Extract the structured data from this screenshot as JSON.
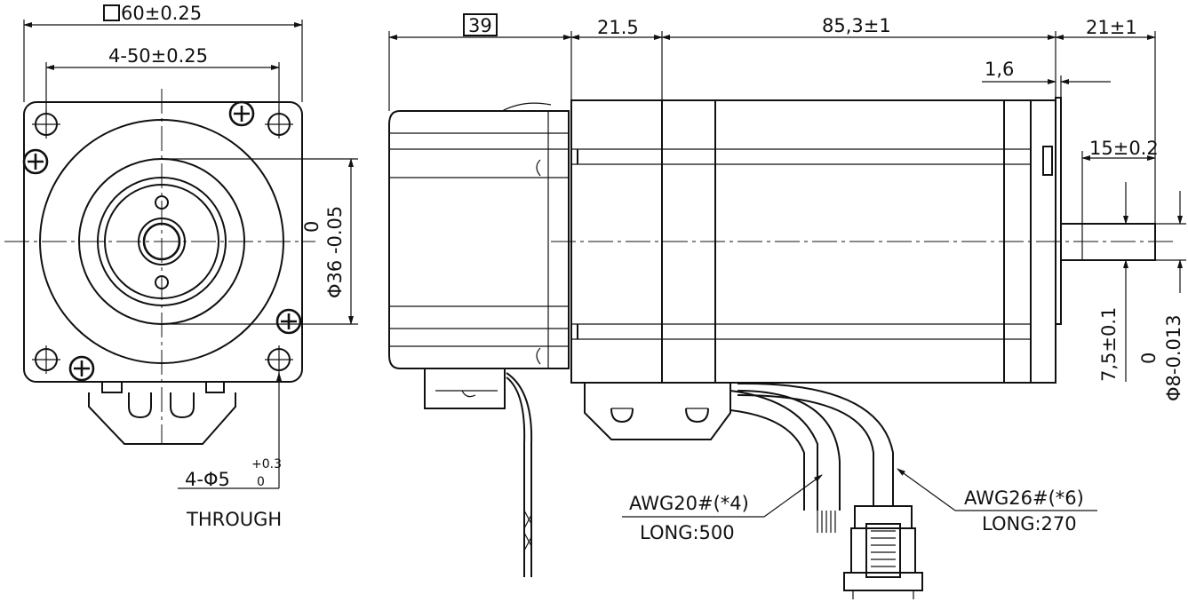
{
  "front_view": {
    "square_size": "60±0.25",
    "hole_spacing": "4-50±0.25",
    "pilot_zero": "0",
    "pilot_diameter": "Φ36 -0.05",
    "hole_callout_main": "4-Φ5",
    "hole_tol_upper": "+0.3",
    "hole_tol_lower": "0",
    "hole_through": "THROUGH"
  },
  "side_view": {
    "encoder_length": "39",
    "flange_offset": "21.5",
    "body_length": "85,3±1",
    "shaft_length": "21±1",
    "flange_thickness": "1,6",
    "flat_length": "15±0.2",
    "flat_depth": "7,5±0.1",
    "shaft_zero": "0",
    "shaft_diameter": "Φ8-0.013"
  },
  "cables": {
    "motor_wire_gauge": "AWG20#(*4)",
    "motor_wire_length": "LONG:500",
    "encoder_wire_gauge": "AWG26#(*6)",
    "encoder_wire_length": "LONG:270"
  }
}
